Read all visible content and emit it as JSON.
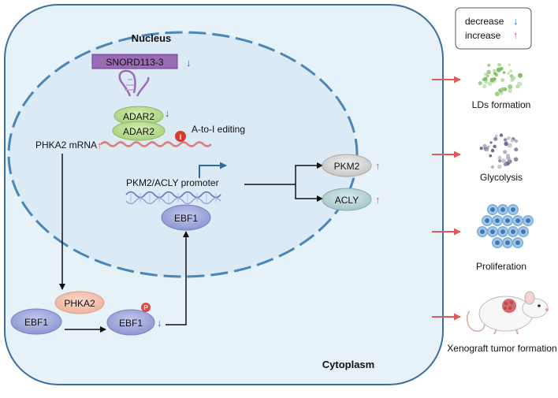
{
  "colors": {
    "cell_fill": "#e6f1f8",
    "cell_border": "#3a6f9c",
    "nucleus_border": "#4a86b8",
    "increase_arrow": "#e05a5a",
    "decrease_arrow": "#3a6fb0",
    "ebf1": "#9aa3d9",
    "adar2": "#b7d98b",
    "phka2": "#f3c2ad",
    "snord": "#9b6bb5",
    "pkm2": "#d6d6d6",
    "acly": "#b9d3d3",
    "phospho": "#e04848"
  },
  "legend": {
    "decrease": "decrease",
    "increase": "increase"
  },
  "labels": {
    "nucleus": "Nucleus",
    "cytoplasm": "Cytoplasm",
    "snord": "SNORD113-3",
    "adar2_top": "ADAR2",
    "adar2_bottom": "ADAR2",
    "a_to_i": "A-to-I editing",
    "inosine": "I",
    "phka2_mrna": "PHKA2 mRNA",
    "promoter": "PKM2/ACLY promoter",
    "ebf1_nucleus": "EBF1",
    "pkm2": "PKM2",
    "acly": "ACLY",
    "phka2": "PHKA2",
    "ebf1_left": "EBF1",
    "ebf1_p": "EBF1",
    "phospho": "P"
  },
  "outcomes": [
    {
      "label": "LDs formation",
      "icon": "lipid-droplet-dots-icon"
    },
    {
      "label": "Glycolysis",
      "icon": "glycolysis-dots-icon"
    },
    {
      "label": "Proliferation",
      "icon": "cell-cluster-icon"
    },
    {
      "label": "Xenograft tumor formation",
      "icon": "mouse-tumor-icon"
    }
  ]
}
